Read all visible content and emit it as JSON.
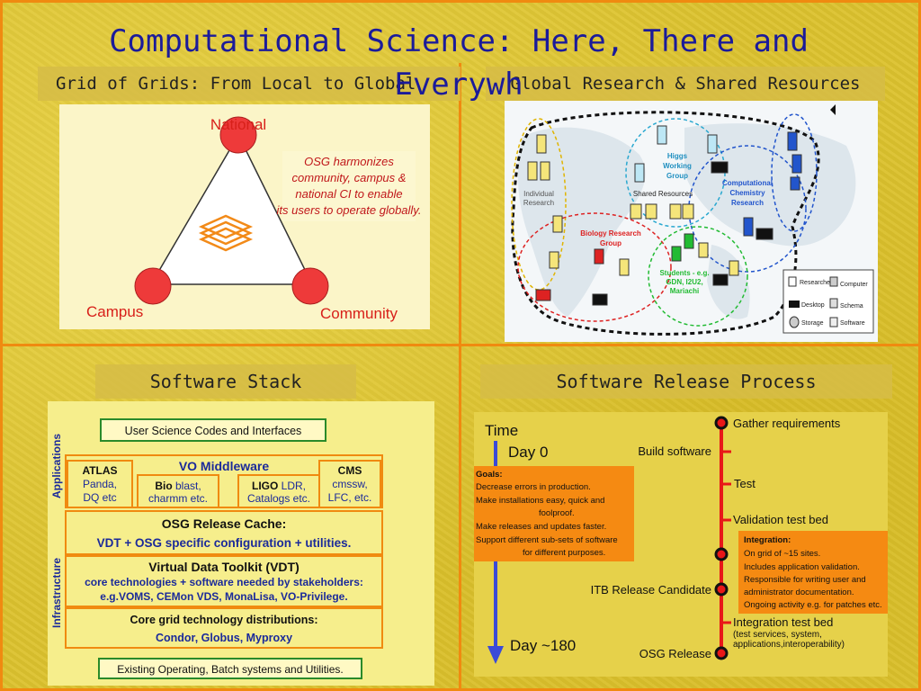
{
  "title": "Computational Science: Here, There and Everywh",
  "sections": {
    "grid": {
      "heading": "Grid of Grids: From Local to Global",
      "national": "National",
      "campus": "Campus",
      "community": "Community",
      "note": [
        "OSG harmonizes",
        "community, campus &",
        "national CI to enable",
        "its users to operate globally."
      ]
    },
    "global": {
      "heading": "Global Research & Shared Resources",
      "labels": {
        "individual": [
          "Individual",
          "Research"
        ],
        "higgs": [
          "Higgs",
          "Working",
          "Group"
        ],
        "shared": "Shared Resources",
        "chem": [
          "Computational",
          "Chemistry",
          "Research"
        ],
        "bio": [
          "Biology Research",
          "Group"
        ],
        "students": [
          "Students - e.g.",
          "GDN, I2U2,",
          "Mariachi"
        ]
      },
      "legend": [
        "Researcher",
        "Computer",
        "Desktop",
        "Schema",
        "Storage",
        "Software"
      ]
    },
    "stack": {
      "heading": "Software Stack",
      "applications": "Applications",
      "infrastructure": "Infrastructure",
      "user_codes": "User Science Codes and Interfaces",
      "vo_middleware": "VO Middleware",
      "atlas_title": "ATLAS",
      "atlas_body": [
        "Panda,",
        "DQ etc"
      ],
      "bio_bold": "Bio",
      "bio_rest": " blast,",
      "bio_line2": "charmm etc.",
      "ligo_bold": "LIGO",
      "ligo_rest": " LDR,",
      "ligo_line2": "Catalogs etc.",
      "cms_title": "CMS",
      "cms_body": [
        "cmssw,",
        "LFC, etc."
      ],
      "release_cache_title": "OSG Release Cache:",
      "release_cache_body": "VDT +  OSG specific configuration + utilities.",
      "vdt_title": "Virtual Data Toolkit (VDT)",
      "vdt_body": [
        "core technologies + software needed by stakeholders:",
        "e.g.VOMS, CEMon VDS, MonaLisa, VO-Privilege."
      ],
      "core_title": "Core grid technology distributions:",
      "core_body": "Condor, Globus, Myproxy",
      "existing": "Existing Operating, Batch systems and Utilities."
    },
    "release": {
      "heading": "Software Release Process",
      "time": "Time",
      "day0": "Day 0",
      "day180": "Day ~180",
      "goals_title": "Goals:",
      "goals": [
        "Decrease errors in production.",
        "Make installations easy, quick and",
        "foolproof.",
        "Make releases and updates faster.",
        "Support different sub-sets of software",
        "for different purposes."
      ],
      "steps": {
        "gather": "Gather requirements",
        "build": "Build software",
        "test": "Test",
        "validation": "Validation test bed",
        "itb": "ITB Release Candidate",
        "integration": "Integration test bed",
        "integration_sub": [
          "(test services, system,",
          "applications,interoperability)"
        ],
        "osg": "OSG Release"
      },
      "integration_title": "Integration:",
      "integration_box": [
        "On grid of  ~15 sites.",
        "Includes application validation.",
        "Responsible for writing user and",
        "administrator documentation.",
        "Ongoing activity e.g. for patches etc."
      ]
    }
  }
}
